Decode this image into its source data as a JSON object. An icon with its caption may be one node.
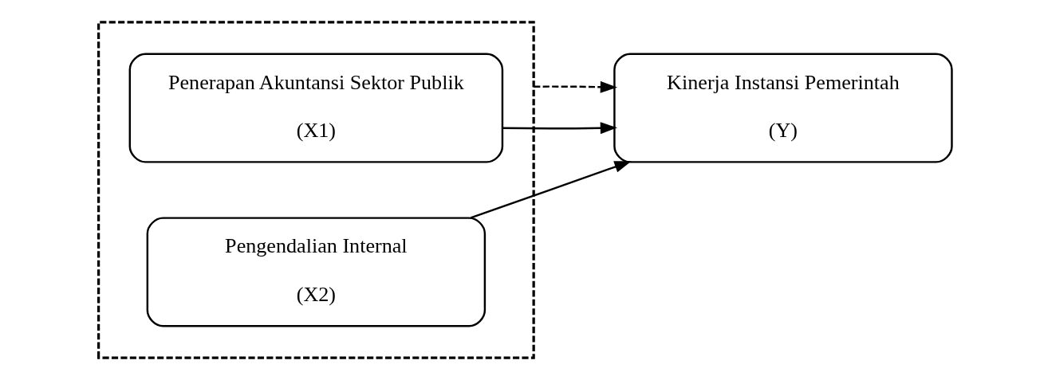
{
  "diagram": {
    "nodes": [
      {
        "text": [],
        "shape": "box"
      },
      {
        "text": [
          "Penerapan Akuntansi Sektor Publik",
          "(X1)"
        ],
        "in": 0
      },
      {
        "text": [
          "Pengendalian Internal",
          "(X2)"
        ],
        "in": 0
      },
      {
        "text": [
          "Kinerja Instansi Pemerintah",
          "(Y)"
        ]
      }
    ],
    "edges": [
      {
        "from": 1,
        "to": 3,
        "arrow": "to"
      },
      {
        "from": 2,
        "to": 3,
        "arrow": "to"
      },
      {
        "from": 0,
        "to": 3,
        "arrow": "to",
        "style": "dashed"
      }
    ]
  }
}
